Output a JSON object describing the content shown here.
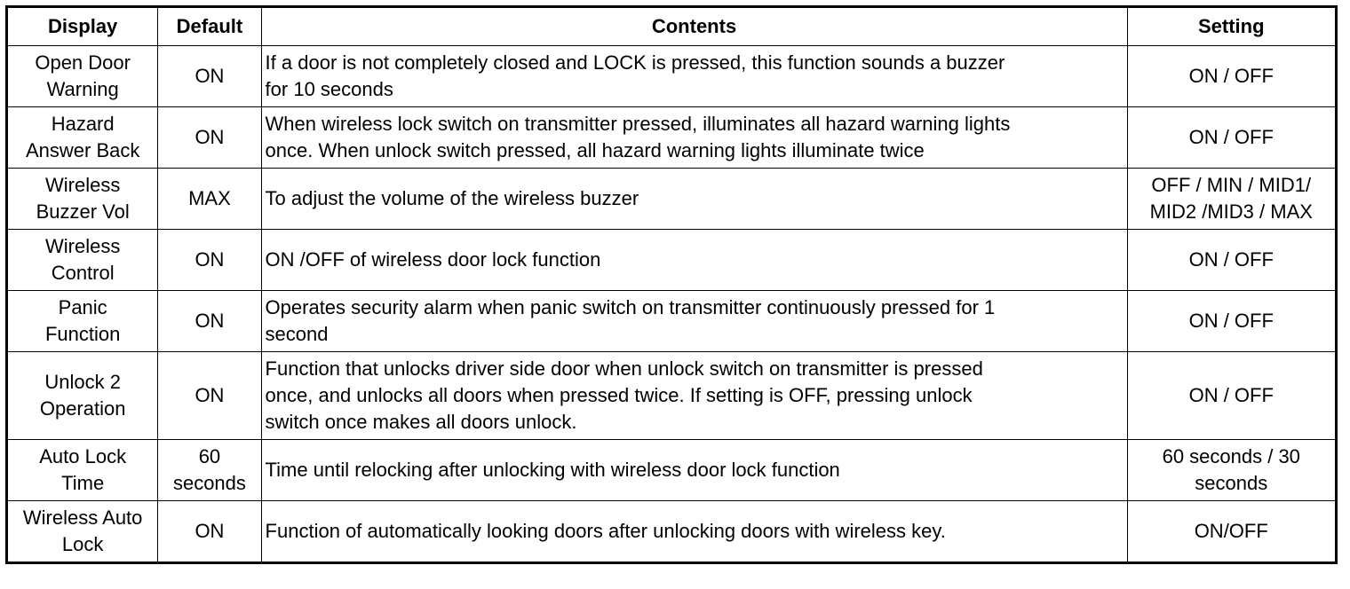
{
  "table": {
    "headers": [
      "Display",
      "Default",
      "Contents",
      "Setting"
    ],
    "rows": [
      {
        "display": [
          "Open Door",
          "Warning"
        ],
        "default": [
          "ON"
        ],
        "contents": [
          "If a door is not completely closed and LOCK is pressed, this function sounds a buzzer",
          "for 10 seconds"
        ],
        "setting": [
          "ON / OFF"
        ]
      },
      {
        "display": [
          "Hazard",
          "Answer Back"
        ],
        "default": [
          "ON"
        ],
        "contents": [
          "When wireless lock switch on transmitter pressed, illuminates all hazard warning lights",
          "once. When unlock switch pressed, all hazard warning lights illuminate twice"
        ],
        "setting": [
          "ON / OFF"
        ]
      },
      {
        "display": [
          "Wireless",
          "Buzzer Vol"
        ],
        "default": [
          "MAX"
        ],
        "contents": [
          "To adjust the volume of the wireless buzzer"
        ],
        "setting": [
          "OFF / MIN / MID1/",
          "MID2 /MID3 / MAX"
        ]
      },
      {
        "display": [
          "Wireless",
          "Control"
        ],
        "default": [
          "ON"
        ],
        "contents": [
          "ON /OFF of wireless door lock function"
        ],
        "setting": [
          "ON / OFF"
        ]
      },
      {
        "display": [
          "Panic",
          "Function"
        ],
        "default": [
          "ON"
        ],
        "contents": [
          "Operates security alarm when panic switch on transmitter continuously pressed for 1",
          "second"
        ],
        "setting": [
          "ON / OFF"
        ]
      },
      {
        "display": [
          "Unlock 2",
          "Operation"
        ],
        "default": [
          "ON"
        ],
        "contents": [
          "Function that unlocks driver side door when unlock switch on transmitter is pressed",
          "once, and unlocks all doors when pressed twice. If setting is OFF, pressing unlock",
          "switch once makes all doors unlock."
        ],
        "setting": [
          "ON / OFF"
        ]
      },
      {
        "display": [
          "Auto Lock",
          "Time"
        ],
        "default": [
          "60",
          "seconds"
        ],
        "contents": [
          "Time until relocking after unlocking with wireless door lock function"
        ],
        "setting": [
          "60 seconds / 30",
          "seconds"
        ]
      },
      {
        "display": [
          "Wireless Auto",
          "Lock"
        ],
        "default": [
          "ON"
        ],
        "contents": [
          "Function of automatically looking doors after unlocking doors with wireless key."
        ],
        "setting": [
          "ON/OFF"
        ]
      }
    ]
  }
}
